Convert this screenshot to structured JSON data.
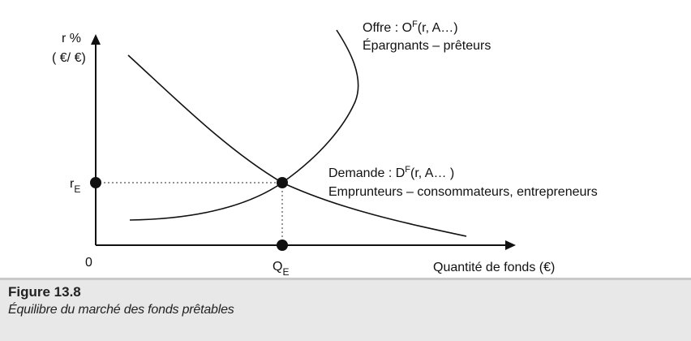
{
  "diagram": {
    "y_axis_label_line1": "r %",
    "y_axis_label_line2": "( €/ €)",
    "origin_label": "0",
    "x_axis_label": "Quantité de fonds (€)",
    "equilibrium_rate_label": {
      "main": "r",
      "sub": "E"
    },
    "equilibrium_quantity_label": {
      "main": "Q",
      "sub": "E"
    },
    "supply": {
      "line1": {
        "prefix": "Offre : O",
        "sup": "F",
        "suffix": "(r, A…)"
      },
      "line2": "Épargnants – prêteurs"
    },
    "demand": {
      "line1": {
        "prefix": "Demande : D",
        "sup": "F",
        "suffix": "(r, A… )"
      },
      "line2": "Emprunteurs – consommateurs, entrepreneurs"
    },
    "colors": {
      "line": "#111111",
      "point": "#111111",
      "guide": "#555555"
    }
  },
  "caption": {
    "title": "Figure 13.8",
    "text": "Équilibre du marché des fonds prêtables"
  }
}
